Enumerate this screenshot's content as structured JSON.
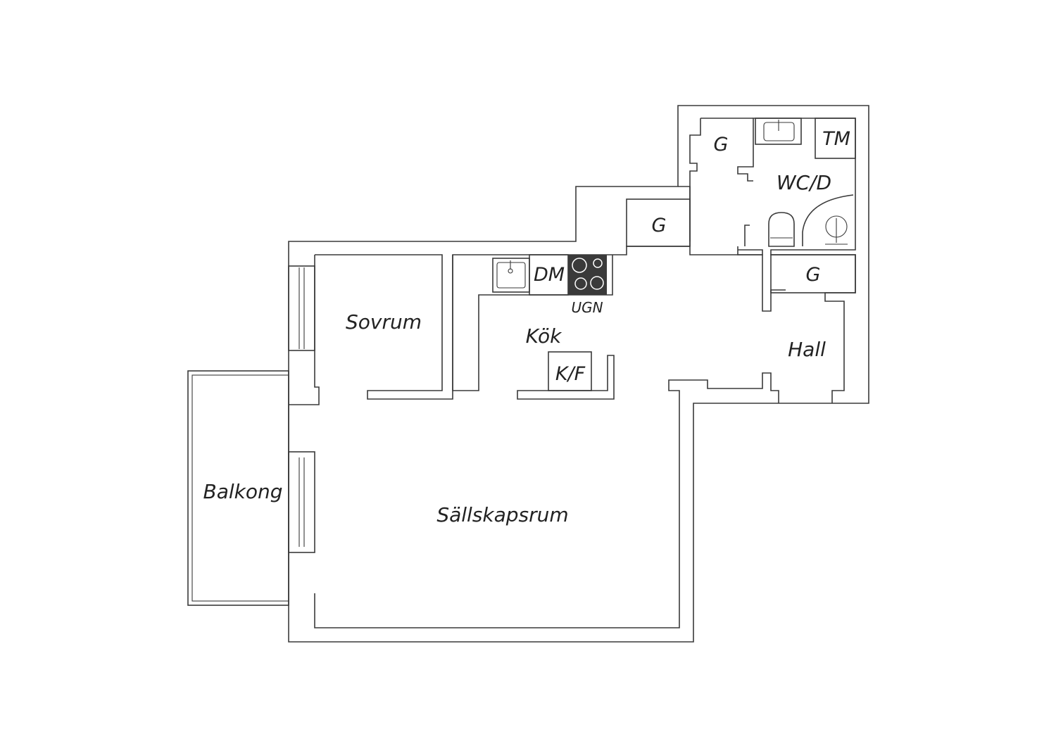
{
  "rooms": {
    "sovrum": "Sovrum",
    "kok": "Kök",
    "sallskapsrum": "Sällskapsrum",
    "balkong": "Balkong",
    "hall": "Hall",
    "wc": "WC/D"
  },
  "fixtures": {
    "dm": "DM",
    "ugn": "UGN",
    "kf": "K/F",
    "tm": "TM",
    "closet": "G"
  },
  "colors": {
    "wall_stroke": "#3a3a3a",
    "stove_fill": "#3a3a3a",
    "background": "#ffffff"
  }
}
